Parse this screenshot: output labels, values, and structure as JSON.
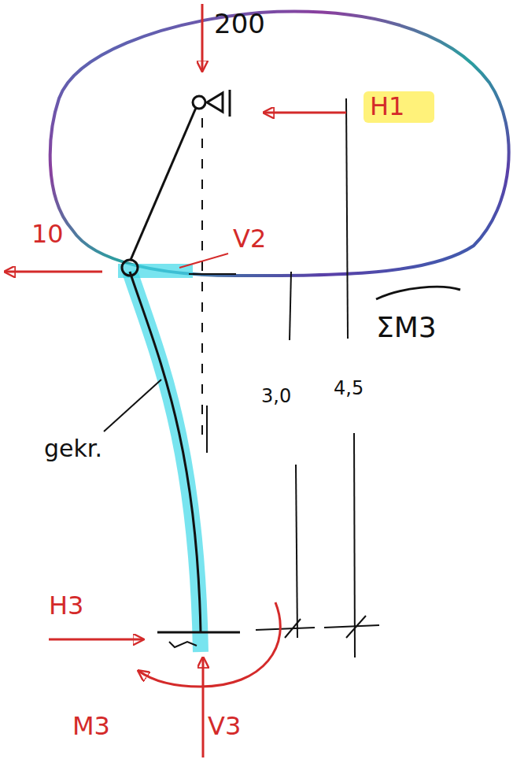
{
  "diagram": {
    "labels": [
      "200",
      "H1",
      "10",
      "V2",
      "ΣM3",
      "3,0",
      "4,5",
      "gekr.",
      "H3",
      "M3",
      "V3"
    ]
  }
}
